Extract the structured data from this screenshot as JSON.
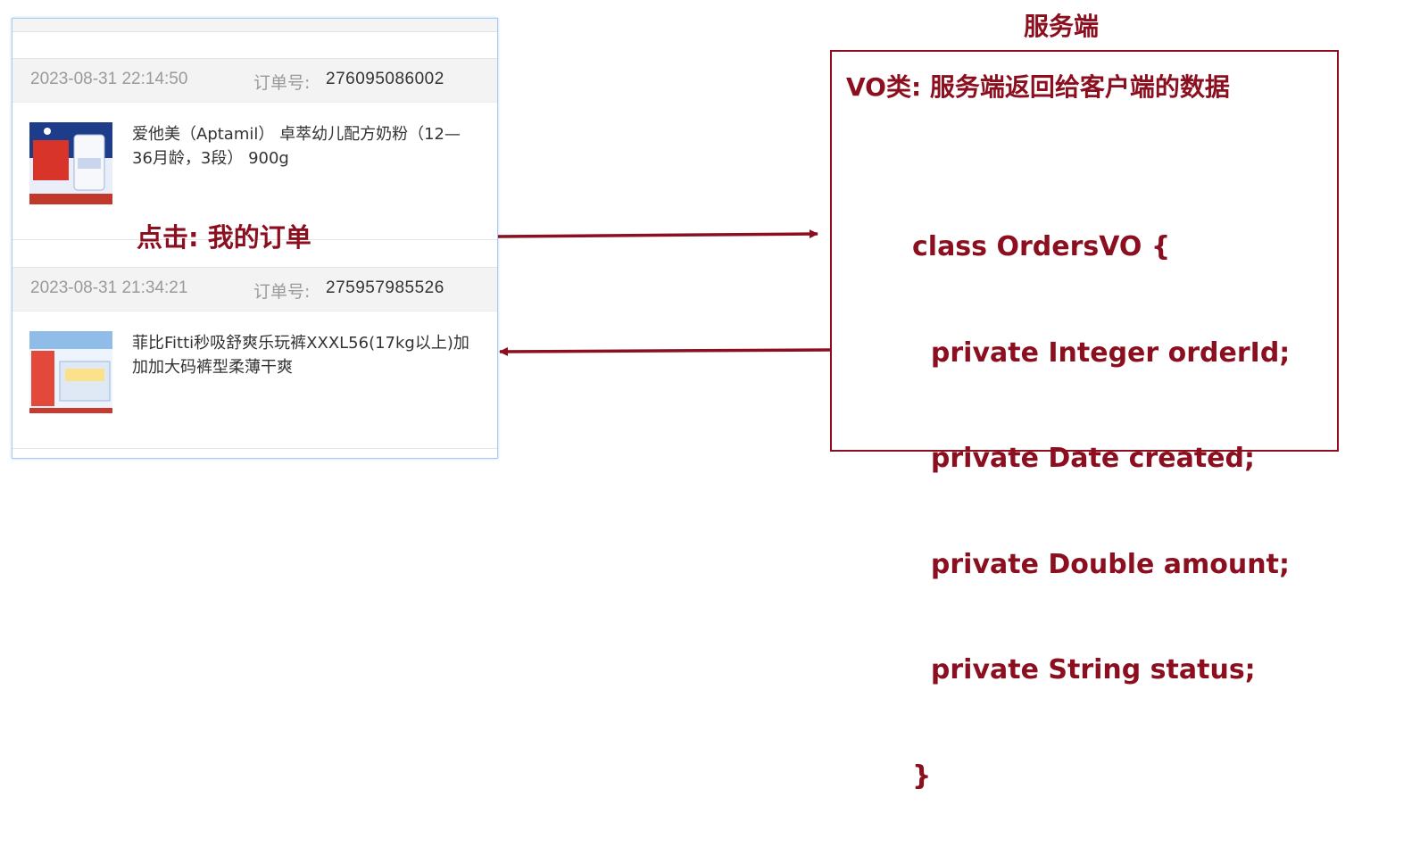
{
  "orders": [
    {
      "date": "2023-08-31 22:14:50",
      "order_label": "订单号:",
      "order_number": "276095086002",
      "product_name": "爱他美（Aptamil） 卓萃幼儿配方奶粉（12—36月龄，3段） 900g",
      "thumb_colors": [
        "#1b3f8f",
        "#e8eef8",
        "#d23a2a"
      ]
    },
    {
      "date": "2023-08-31 21:34:21",
      "order_label": "订单号:",
      "order_number": "275957985526",
      "product_name": "菲比Fitti秒吸舒爽乐玩裤XXXL56(17kg以上)加加加大码裤型柔薄干爽",
      "thumb_colors": [
        "#7fb4e6",
        "#e44a3c",
        "#f3f7fc"
      ]
    }
  ],
  "labels": {
    "click": "点击: 我的订单",
    "server": "服务端"
  },
  "vo": {
    "title": "VO类: 服务端返回给客户端的数据",
    "code_lines": [
      "class OrdersVO {",
      "  private Integer orderId;",
      "  private Date created;",
      "  private Double amount;",
      "  private String status;",
      "}"
    ]
  },
  "colors": {
    "accent": "#8b0f1f",
    "panel_border": "#a8cdf4"
  }
}
